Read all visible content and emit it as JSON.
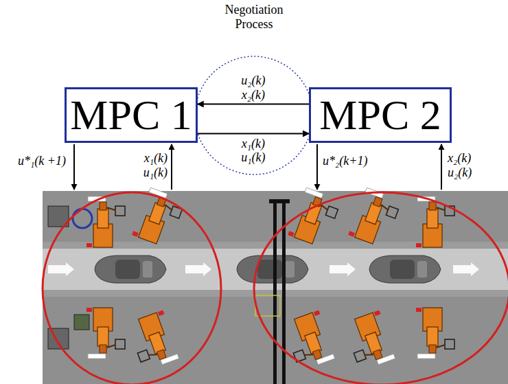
{
  "diagram": {
    "nodes": [
      {
        "text": [
          "MPC 1"
        ]
      },
      {
        "text": [
          "MPC 2"
        ]
      }
    ],
    "edges": [
      {
        "from": 1,
        "to": 0,
        "arrow": "to",
        "label": "u₂(k) x₂(k)"
      },
      {
        "from": 0,
        "to": 1,
        "arrow": "to",
        "label": "x₁(k) u₁(k)"
      }
    ],
    "labels": [
      "Negotiation Process",
      "u*₁(k +1)",
      "x₁(k) u₁(k)",
      "u*₂(k+1)",
      "x₂(k) u₂(k)"
    ]
  }
}
